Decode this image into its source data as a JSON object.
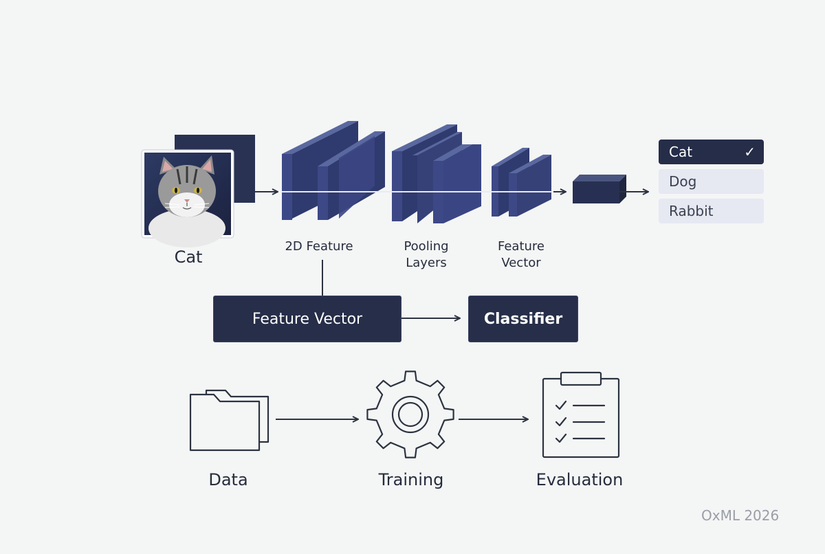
{
  "pipeline": {
    "input_label": "Cat",
    "stage_labels": {
      "feature_2d": "2D Feature",
      "pooling_line1": "Pooling",
      "pooling_line2": "Layers",
      "feature_vector_line1": "Feature",
      "feature_vector_line2": "Vector"
    },
    "output_options": [
      {
        "label": "Cat",
        "selected": true,
        "mark": "✓"
      },
      {
        "label": "Dog",
        "selected": false
      },
      {
        "label": "Rabbit",
        "selected": false
      }
    ]
  },
  "feature_box": {
    "label": "Feature Vector"
  },
  "classifier_box": {
    "label": "Classifier"
  },
  "workflow": {
    "steps": [
      {
        "label": "Data",
        "icon": "folder-icon"
      },
      {
        "label": "Training",
        "icon": "gear-icon"
      },
      {
        "label": "Evaluation",
        "icon": "clipboard-checklist-icon"
      }
    ]
  },
  "watermark": "OxML 2026",
  "colors": {
    "background": "#f4f5f5",
    "layer_fill": "#353f77",
    "box_fill": "#262e49",
    "option_selected": "#252d48",
    "option_unselected": "#e6e8f2",
    "line": "#2c3340",
    "watermark": "#9a9ea6"
  }
}
